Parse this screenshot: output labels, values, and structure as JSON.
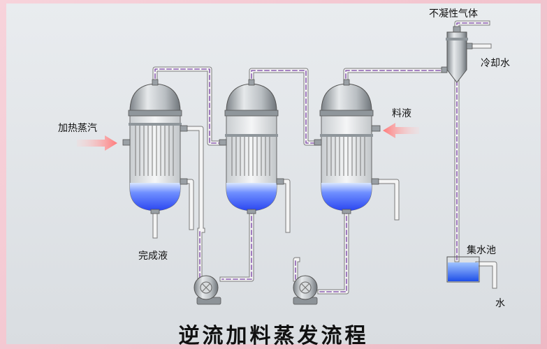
{
  "title": "逆流加料蒸发流程",
  "labels": {
    "heating_steam": "加热蒸汽",
    "feed_liquid": "料液",
    "noncondensable_gas": "不凝性气体",
    "cooling_water": "冷却水",
    "finished_liquid": "完成液",
    "water_pool": "集水池",
    "water": "水"
  },
  "colors": {
    "pipe_outer": "#f2f2f2",
    "pipe_dash": "#8a5bb0",
    "liquid": "#3b5bff",
    "shell": "#9fa5aa",
    "arrow": "#ff8a8a"
  },
  "evaporator_count": 3,
  "pump_count": 2
}
